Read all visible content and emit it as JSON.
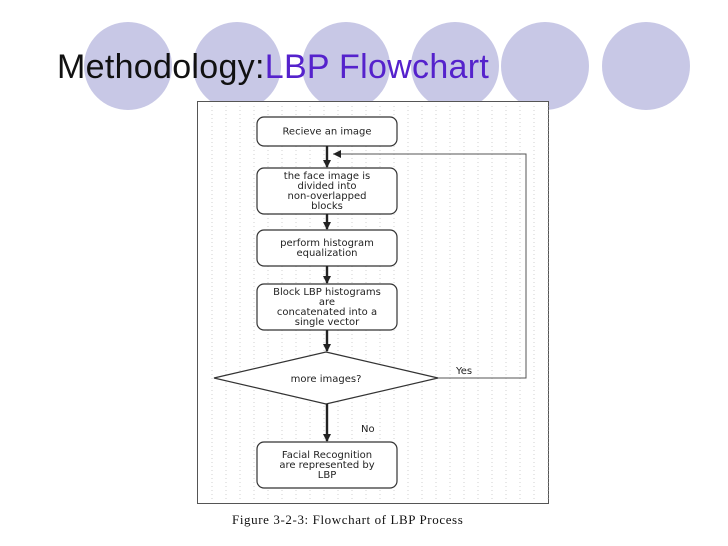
{
  "title": {
    "prefix": "Methodology:",
    "highlight": "LBP Flowchart"
  },
  "colors": {
    "circle": "#c8c8e6",
    "title_accent": "#5522cc",
    "title_text": "#111111"
  },
  "flowchart": {
    "nodes": [
      {
        "id": "receive",
        "shape": "rounded-rect",
        "lines": [
          "Recieve an image"
        ]
      },
      {
        "id": "divide",
        "shape": "rounded-rect",
        "lines": [
          "the face image is",
          "divided into",
          "non-overlapped",
          "blocks"
        ]
      },
      {
        "id": "equalize",
        "shape": "rounded-rect",
        "lines": [
          "perform histogram",
          "equalization"
        ]
      },
      {
        "id": "concat",
        "shape": "rounded-rect",
        "lines": [
          "Block LBP histograms",
          "are",
          "concatenated into a",
          "single vector"
        ]
      },
      {
        "id": "decision",
        "shape": "diamond",
        "lines": [
          "more images?"
        ]
      },
      {
        "id": "recognize",
        "shape": "rounded-rect",
        "lines": [
          "Facial Recognition",
          "are represented by",
          "LBP"
        ]
      }
    ],
    "edges": [
      {
        "from": "receive",
        "to": "divide",
        "label": ""
      },
      {
        "from": "divide",
        "to": "equalize",
        "label": ""
      },
      {
        "from": "equalize",
        "to": "concat",
        "label": ""
      },
      {
        "from": "concat",
        "to": "decision",
        "label": ""
      },
      {
        "from": "decision",
        "to": "divide",
        "label": "Yes"
      },
      {
        "from": "decision",
        "to": "recognize",
        "label": "No"
      }
    ]
  },
  "caption": "Figure 3-2-3: Flowchart of LBP Process"
}
